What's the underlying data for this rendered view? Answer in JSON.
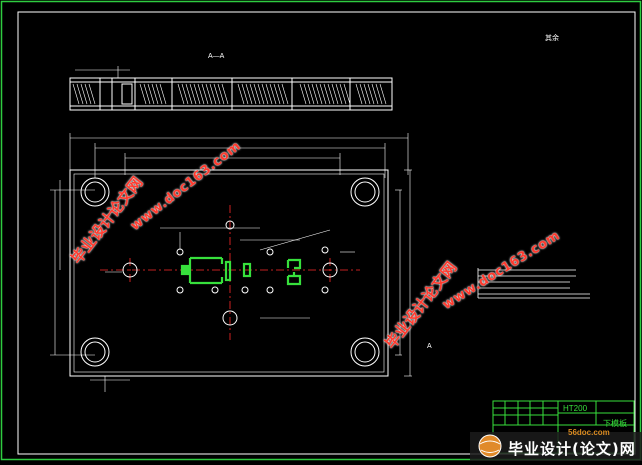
{
  "drawing": {
    "section_label": "A—A",
    "roughness_note": "其余",
    "view_marker": "A",
    "title_block": {
      "material": "HT200",
      "part_name": "下模板"
    }
  },
  "watermarks": [
    {
      "cn": "毕业设计论文网",
      "url": "www.doc163.com"
    },
    {
      "cn": "毕业设计论文网",
      "url": "www.doc163.com"
    }
  ],
  "site_logo": {
    "name": "毕业设计(论文)网",
    "url": "56doc.com"
  },
  "colors": {
    "background": "#000000",
    "frame_border": "#2ecc40",
    "line_white": "#ffffff",
    "center_red": "#ff2a2a",
    "part_green": "#37e03c",
    "watermark_red": "#ff3b2f"
  }
}
